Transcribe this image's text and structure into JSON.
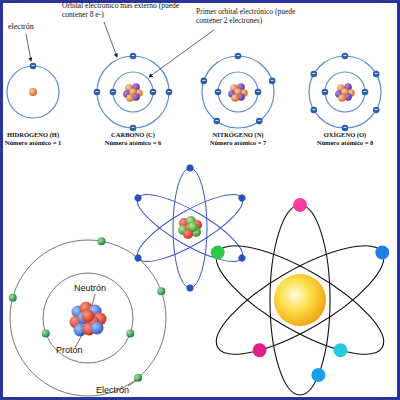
{
  "diagram": {
    "labels": [
      "electrón",
      "Orbital electrónico más externo (puede contener 8 e-)",
      "Primer orbital electrónico (puede contener 2 electrones)",
      "HIDRÓGENO (H)",
      "Número atómico = 1",
      "CARBONO (C)",
      "Número atómico = 6",
      "NITRÓGENO (N)",
      "Número atómico = 7",
      "OXÍGENO (O)",
      "Número atómico = 8",
      "Neutrón",
      "Protón",
      "Electrón"
    ]
  }
}
